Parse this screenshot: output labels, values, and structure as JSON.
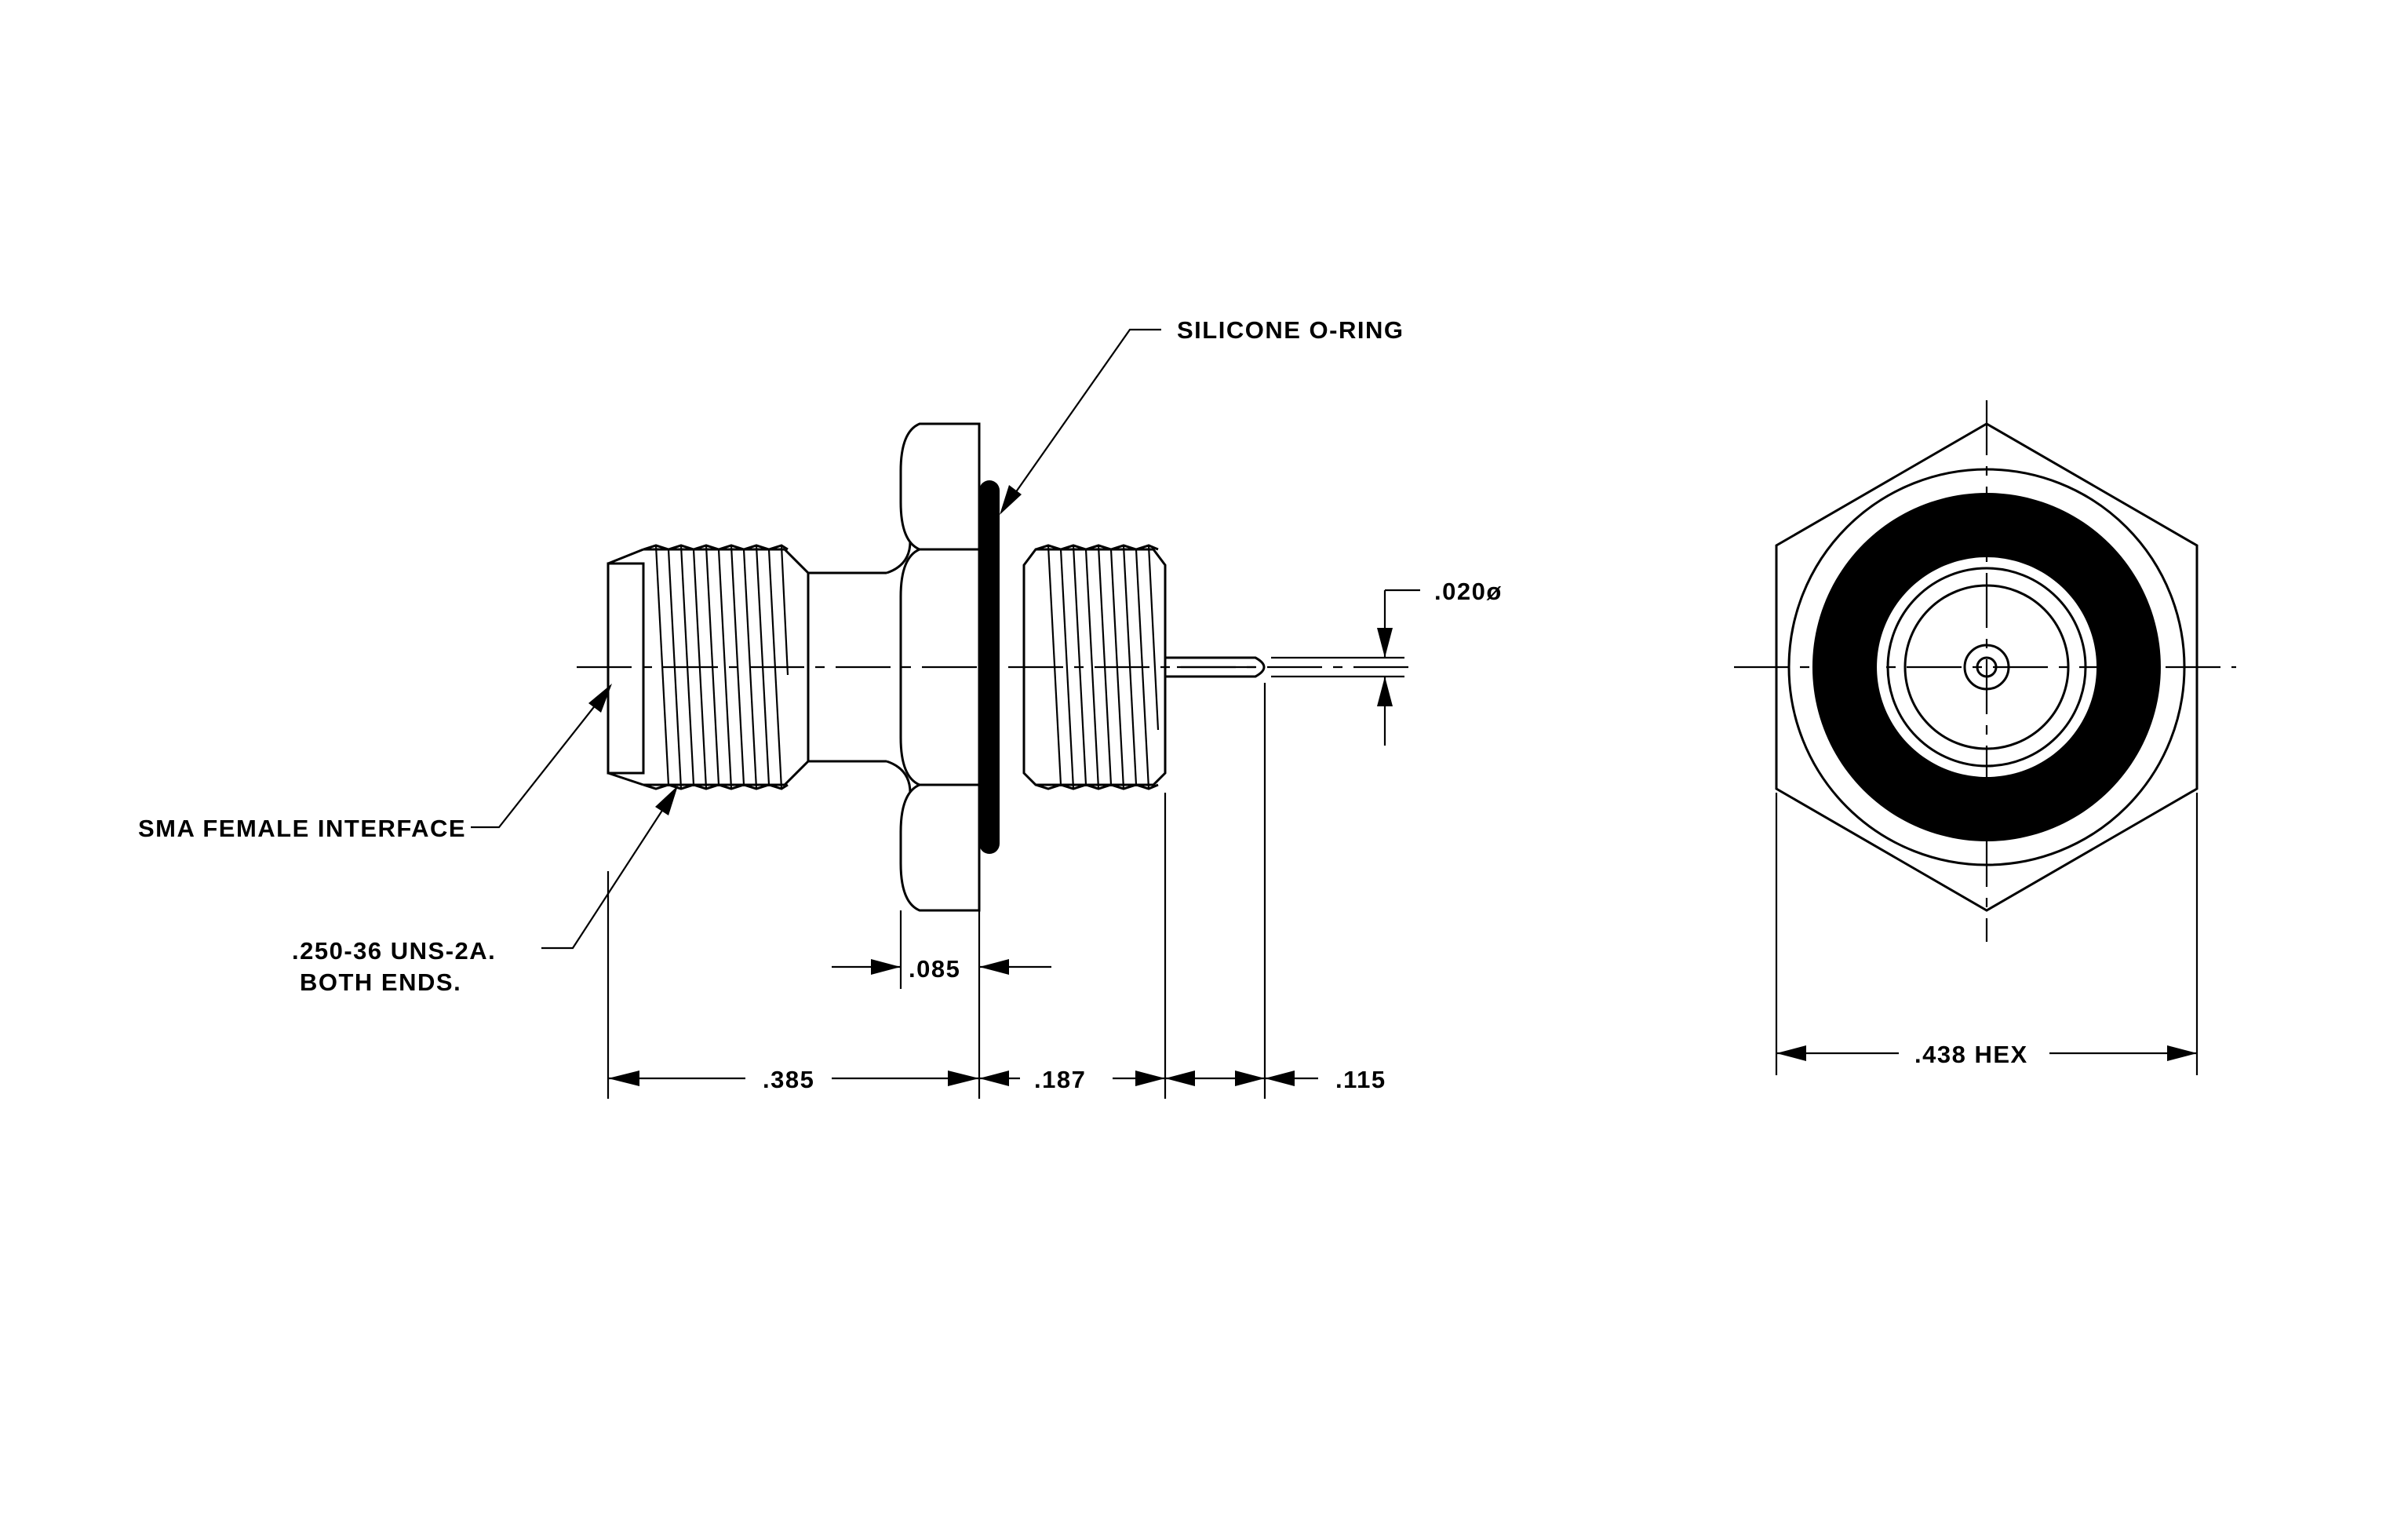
{
  "labels": {
    "o_ring": "SILICONE O-RING",
    "interface": "SMA FEMALE INTERFACE",
    "thread_line1": ".250-36 UNS-2A.",
    "thread_line2": "BOTH ENDS.",
    "pin_diameter": ".020ø",
    "flange_width": ".085",
    "body_length": ".385",
    "rear_thread_length": ".187",
    "pin_length": ".115",
    "hex_size": ".438 HEX"
  },
  "colors": {
    "ink": "#000000",
    "paper": "#ffffff"
  }
}
